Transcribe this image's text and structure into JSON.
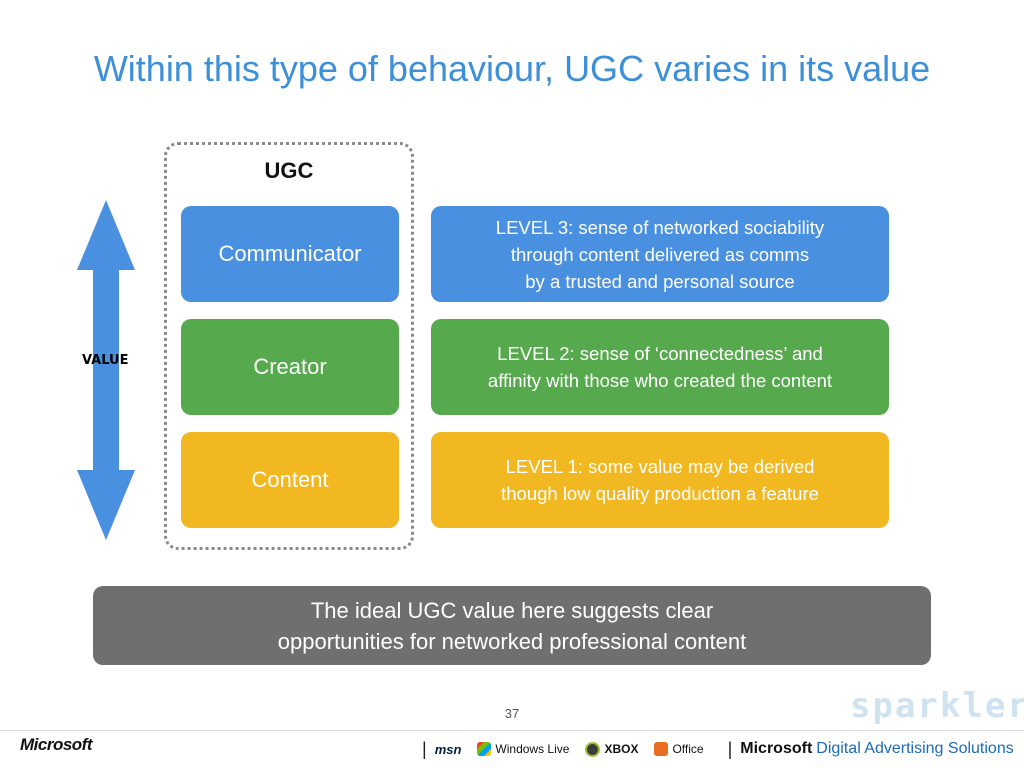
{
  "title": "Within this type of behaviour, UGC varies in its value",
  "ugc_heading": "UGC",
  "value_label": "VALUE",
  "rows": [
    {
      "role": "Communicator",
      "level": "LEVEL 3: sense of networked sociability\nthrough content delivered as comms\nby a trusted and personal source",
      "color": "#4a90e0"
    },
    {
      "role": "Creator",
      "level": "LEVEL 2: sense of ‘connectedness’ and\naffinity with those who created the content",
      "color": "#56aa4d"
    },
    {
      "role": "Content",
      "level": "LEVEL 1: some value may be derived\nthough low quality production a feature",
      "color": "#f2b821"
    }
  ],
  "banner": "The ideal UGC value here suggests clear\nopportunities for networked professional content",
  "page_number": "37",
  "footer": {
    "microsoft_logo": "Microsoft",
    "sparkler": "sparkler",
    "msn": "msn",
    "windows_live": "Windows Live",
    "xbox": "XBOX",
    "office": "Office",
    "microsoft": "Microsoft",
    "das": "Digital Advertising Solutions"
  },
  "colors": {
    "title": "#3c8fd8",
    "banner": "#6f6f6f",
    "arrow": "#4a90e0"
  }
}
